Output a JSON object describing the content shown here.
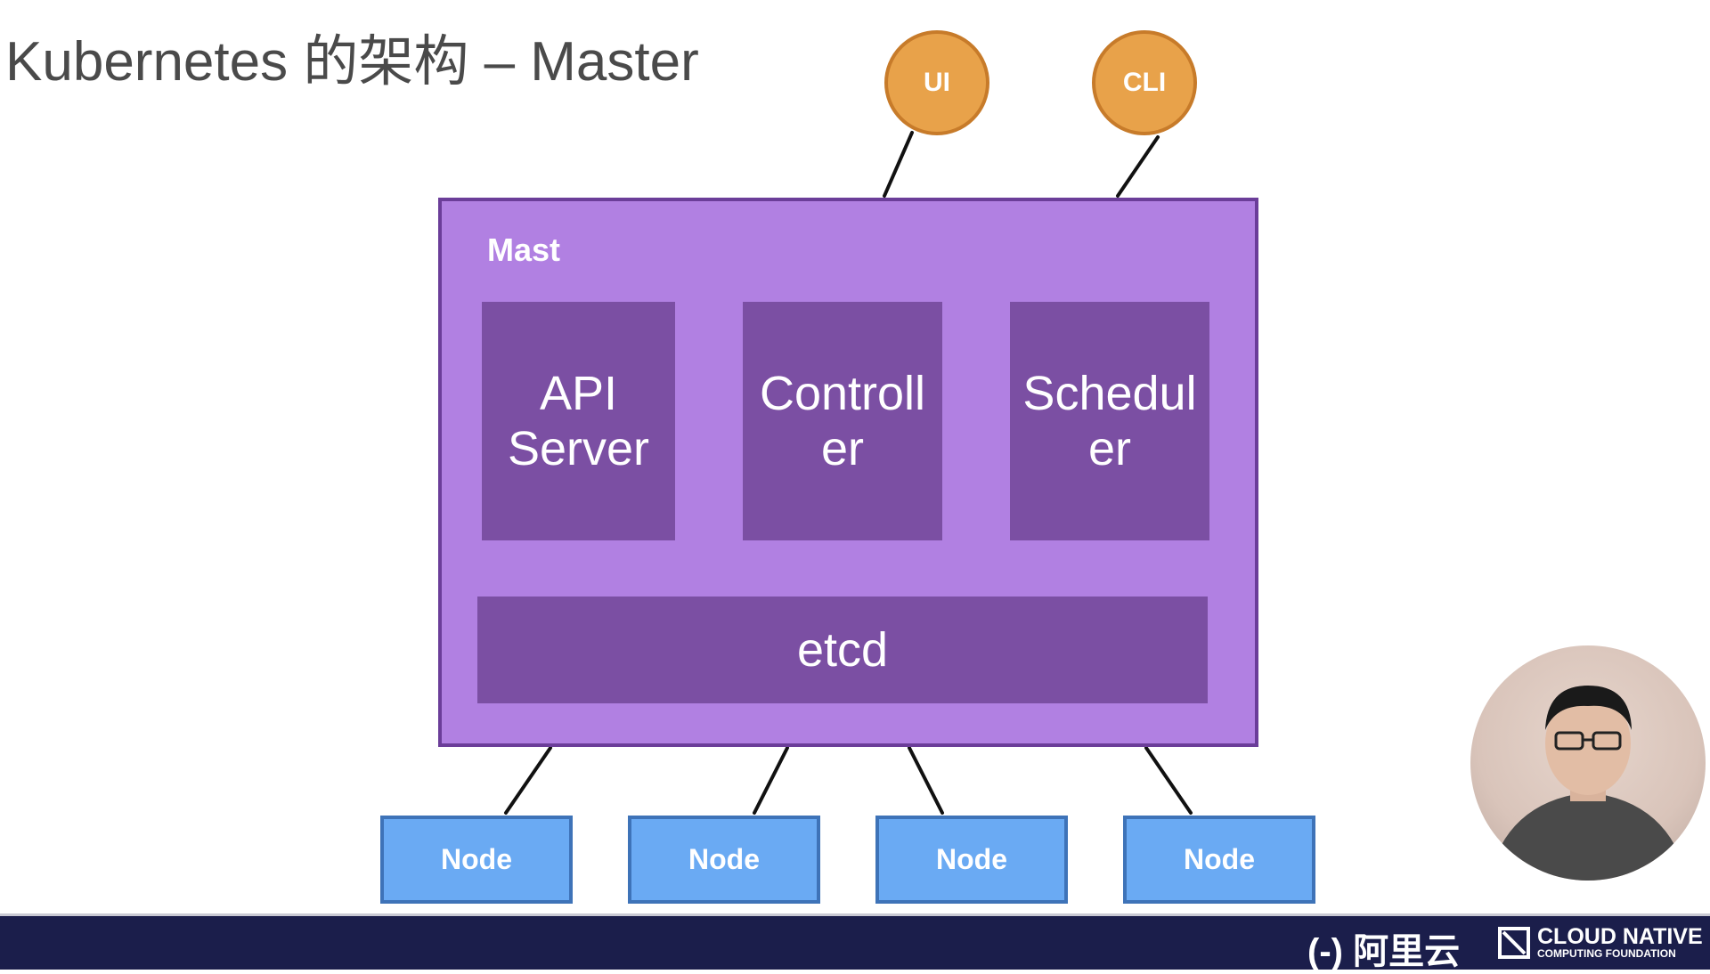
{
  "slide": {
    "title": "Kubernetes 的架构 – Master",
    "clients": [
      {
        "label": "UI"
      },
      {
        "label": "CLI"
      }
    ],
    "master": {
      "label": "Mast",
      "components": [
        {
          "line1": "API",
          "line2": "Server"
        },
        {
          "line1": "Controll",
          "line2": "er"
        },
        {
          "line1": "Schedul",
          "line2": "er"
        }
      ],
      "storage": "etcd"
    },
    "nodes": [
      {
        "label": "Node"
      },
      {
        "label": "Node"
      },
      {
        "label": "Node"
      },
      {
        "label": "Node"
      }
    ],
    "colors": {
      "master": "#b180e2",
      "component": "#7b4fa3",
      "node": "#6aaaf3",
      "client": "#e8a24a",
      "footer": "#1b1e4b"
    }
  },
  "footer": {
    "aliyun_logo": "(-) 阿里云",
    "cncf_main": "CLOUD NATIVE",
    "cncf_sub": "COMPUTING FOUNDATION"
  }
}
